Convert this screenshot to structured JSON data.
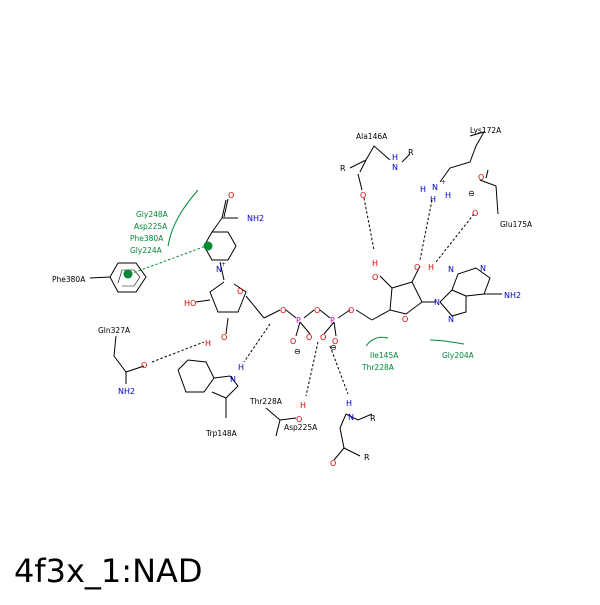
{
  "title": "4f3x_1:NAD",
  "residues": {
    "ala146": "Ala146A",
    "lys172": "Lys172A",
    "glu175": "Glu175A",
    "gly248": "Gly248A",
    "asp225_top": "Asp225A",
    "phe380_green": "Phe380A",
    "gly224": "Gly224A",
    "phe380": "Phe380A",
    "gln327": "Gln327A",
    "trp148": "Trp148A",
    "thr228": "Thr228A",
    "asp225_bottom": "Asp225A",
    "ile145": "Ile145A",
    "thr228_green": "Thr228A",
    "gly204": "Gly204A"
  },
  "atoms": {
    "N": "N",
    "O": "O",
    "H": "H",
    "P": "P",
    "R": "R",
    "HO": "HO",
    "NH2": "NH2",
    "NH2_sub": "2",
    "plus": "+",
    "minus": "⊖"
  },
  "colors": {
    "nitrogen": "#0000cc",
    "oxygen": "#dd0000",
    "phosphorus": "#cc00cc",
    "hydrophobic": "#008837",
    "bond": "#000000"
  }
}
